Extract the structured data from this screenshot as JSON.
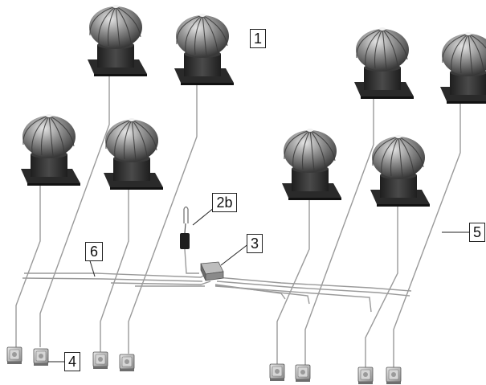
{
  "callouts": {
    "turbine": "1",
    "sensor": "2b",
    "controller": "3",
    "switch": "4",
    "cable": "5",
    "bus": "6"
  },
  "colors": {
    "background": "#ffffff",
    "turbine_dark": "#3c3c3c",
    "turbine_mid": "#8a8a8a",
    "turbine_light": "#d8d8d8",
    "base": "#2a2a2a",
    "wire": "#9a9a9a",
    "leader": "#222222"
  },
  "icons": {
    "turbine": "roof-ventilator-icon",
    "controller": "control-box-icon",
    "switch": "wall-switch-icon",
    "sensor": "temperature-sensor-icon"
  }
}
